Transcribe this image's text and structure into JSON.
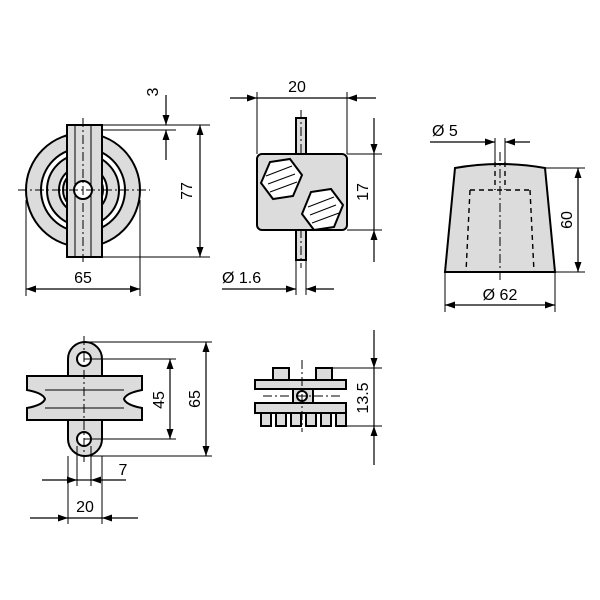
{
  "dimensions": {
    "pulley_front": {
      "clip_thickness": "3",
      "height": "77",
      "width": "65"
    },
    "clamp_block": {
      "width": "20",
      "height": "17",
      "pin_diameter": "Ø 1.6"
    },
    "foot": {
      "hole_diameter": "Ø 5",
      "height": "60",
      "base_diameter": "Ø 62"
    },
    "pulley_side": {
      "inner_height": "45",
      "outer_height": "65",
      "slot_width": "7",
      "total_width": "20"
    },
    "clamp_side": {
      "height": "13.5"
    }
  },
  "colors": {
    "part_fill": "#dcdcdc",
    "line": "#000000",
    "background": "#ffffff"
  }
}
